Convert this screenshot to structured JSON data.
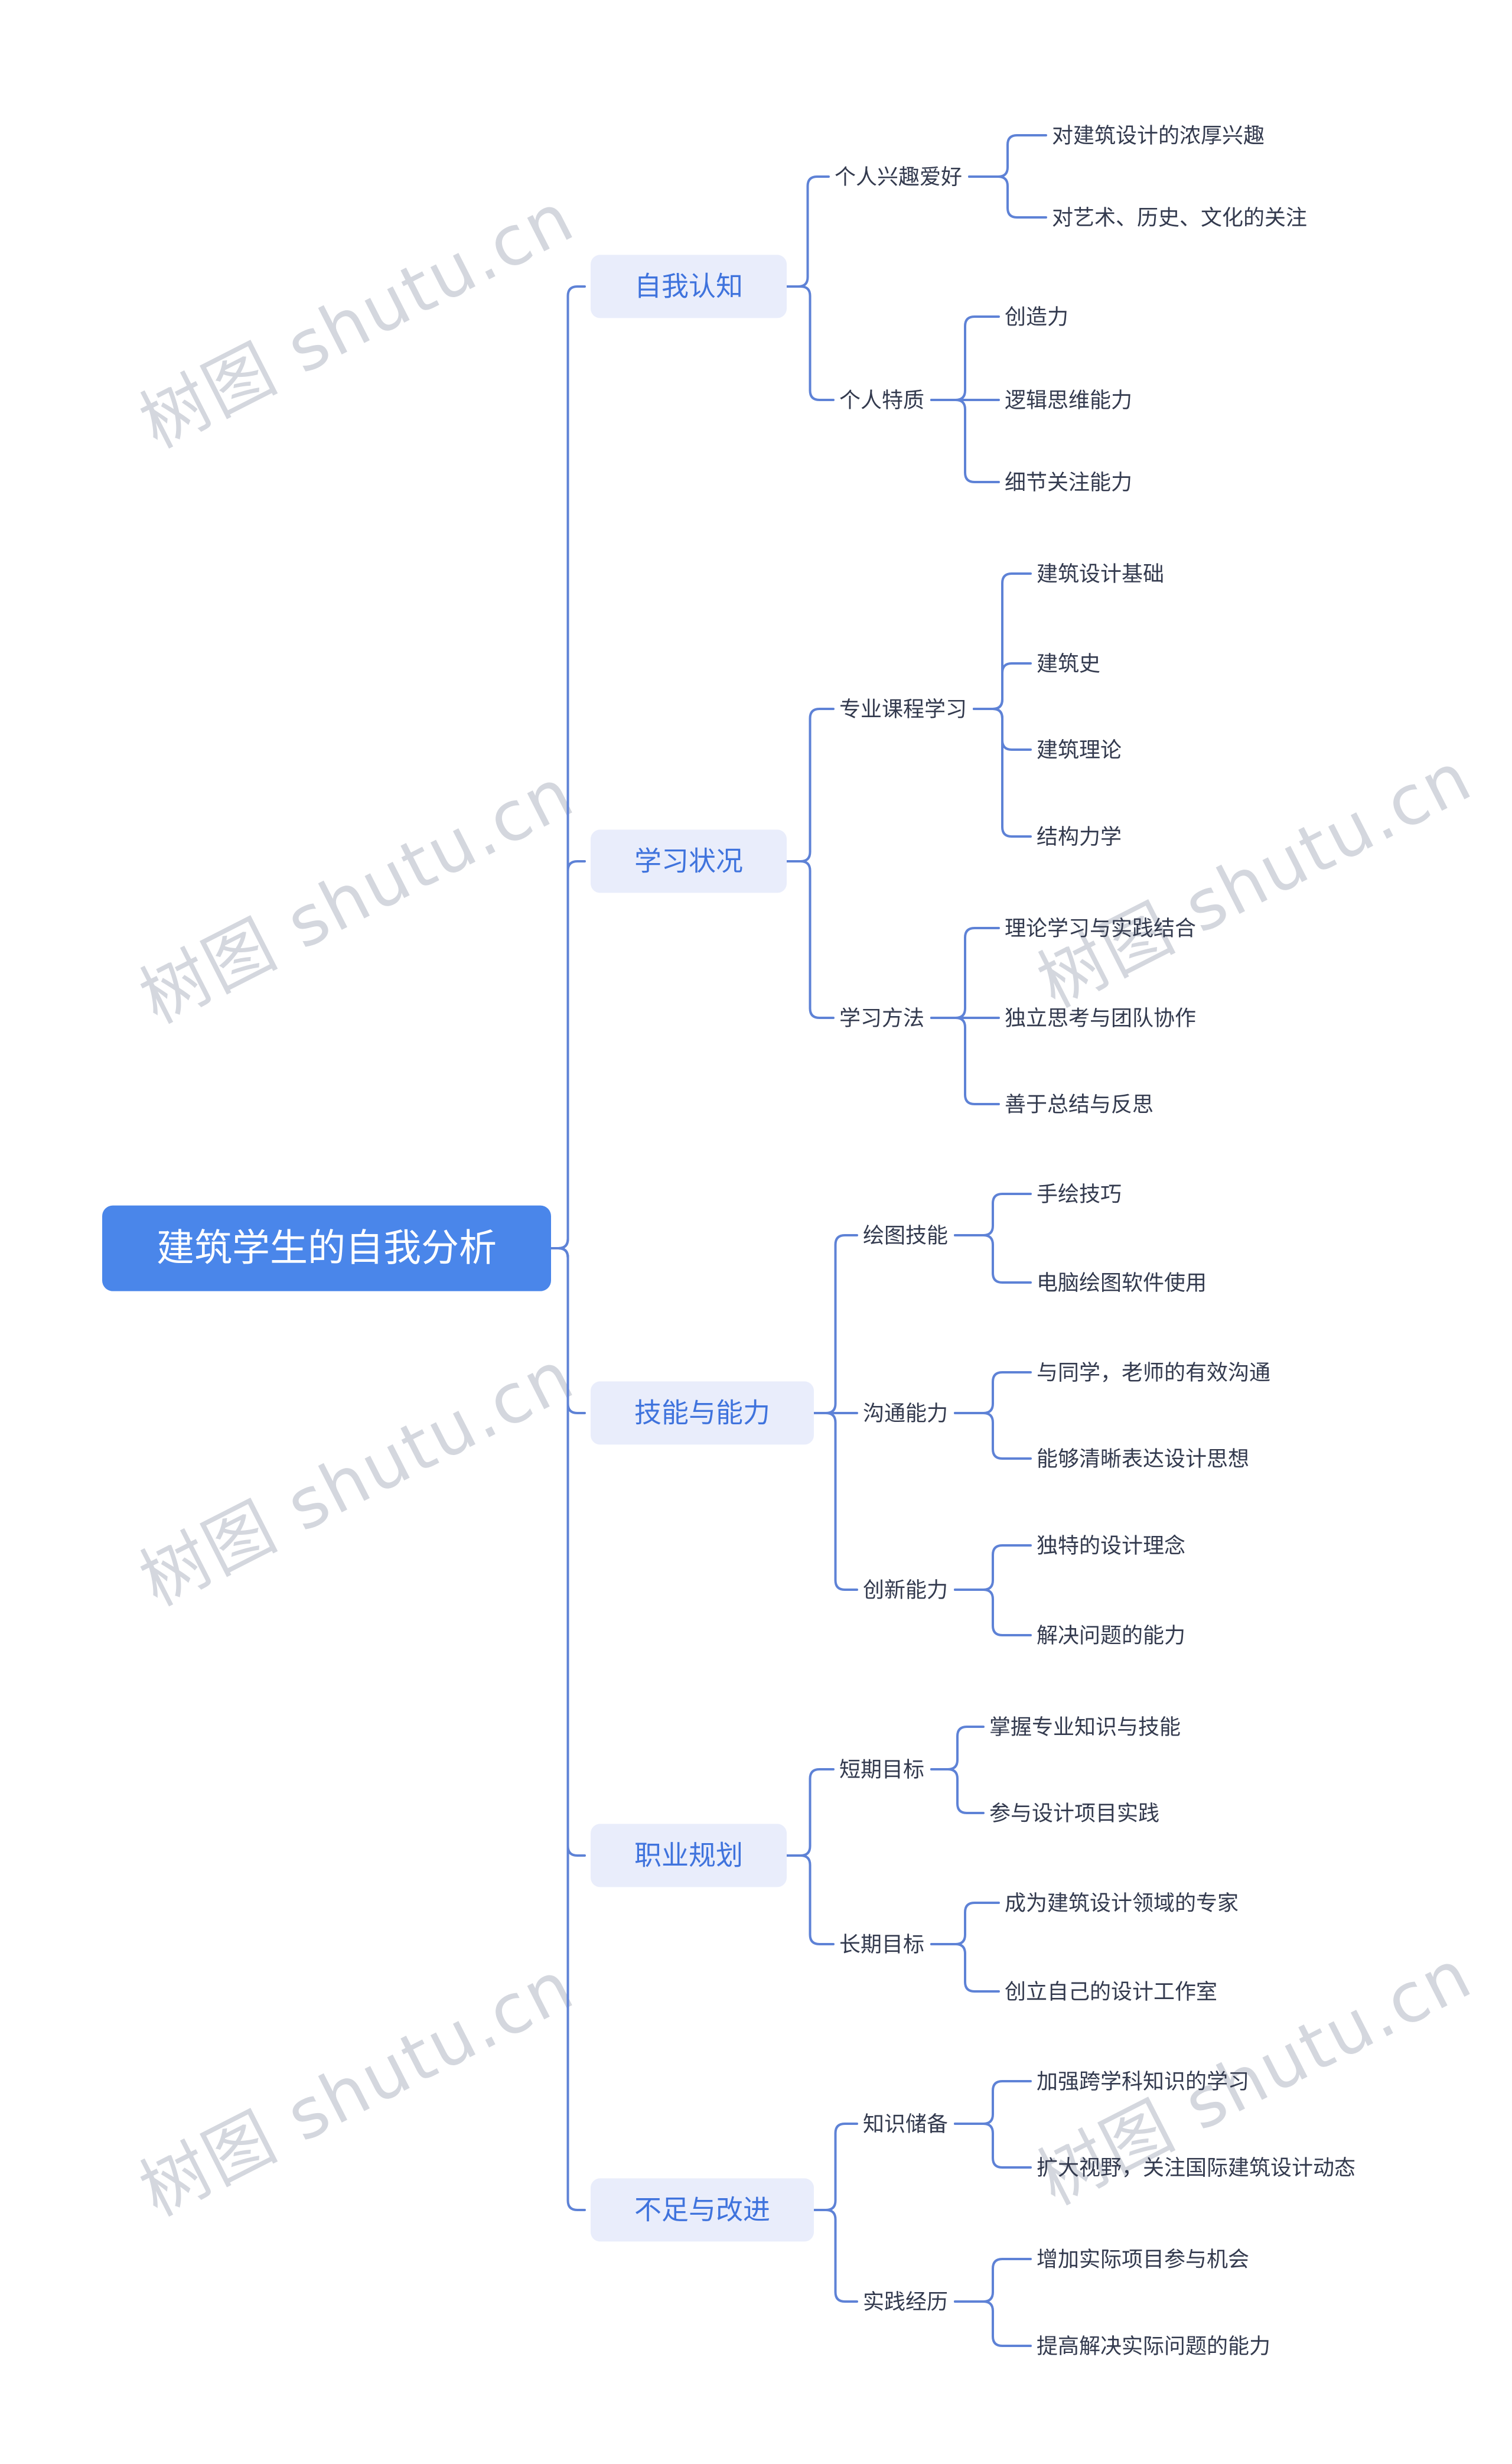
{
  "watermark": {
    "text": "树图 shutu.cn"
  },
  "colors": {
    "canvas_bg": "#ffffff",
    "root_bg": "#4a86ea",
    "root_text": "#ffffff",
    "branch_bg": "#e9edfb",
    "branch_text": "#3f73dd",
    "topic_text": "#333a4e",
    "line": "#5e82d6",
    "watermark": "#d4d7de"
  },
  "mindmap": {
    "root": {
      "label": "建筑学生的自我分析",
      "children": [
        {
          "label": "自我认知",
          "children": [
            {
              "label": "个人兴趣爱好",
              "children": [
                {
                  "label": "对建筑设计的浓厚兴趣"
                },
                {
                  "label": "对艺术、历史、文化的关注"
                }
              ]
            },
            {
              "label": "个人特质",
              "children": [
                {
                  "label": "创造力"
                },
                {
                  "label": "逻辑思维能力"
                },
                {
                  "label": "细节关注能力"
                }
              ]
            }
          ]
        },
        {
          "label": "学习状况",
          "children": [
            {
              "label": "专业课程学习",
              "children": [
                {
                  "label": "建筑设计基础"
                },
                {
                  "label": "建筑史"
                },
                {
                  "label": "建筑理论"
                },
                {
                  "label": "结构力学"
                }
              ]
            },
            {
              "label": "学习方法",
              "children": [
                {
                  "label": "理论学习与实践结合"
                },
                {
                  "label": "独立思考与团队协作"
                },
                {
                  "label": "善于总结与反思"
                }
              ]
            }
          ]
        },
        {
          "label": "技能与能力",
          "children": [
            {
              "label": "绘图技能",
              "children": [
                {
                  "label": "手绘技巧"
                },
                {
                  "label": "电脑绘图软件使用"
                }
              ]
            },
            {
              "label": "沟通能力",
              "children": [
                {
                  "label": "与同学，老师的有效沟通"
                },
                {
                  "label": "能够清晰表达设计思想"
                }
              ]
            },
            {
              "label": "创新能力",
              "children": [
                {
                  "label": "独特的设计理念"
                },
                {
                  "label": "解决问题的能力"
                }
              ]
            }
          ]
        },
        {
          "label": "职业规划",
          "children": [
            {
              "label": "短期目标",
              "children": [
                {
                  "label": "掌握专业知识与技能"
                },
                {
                  "label": "参与设计项目实践"
                }
              ]
            },
            {
              "label": "长期目标",
              "children": [
                {
                  "label": "成为建筑设计领域的专家"
                },
                {
                  "label": "创立自己的设计工作室"
                }
              ]
            }
          ]
        },
        {
          "label": "不足与改进",
          "children": [
            {
              "label": "知识储备",
              "children": [
                {
                  "label": "加强跨学科知识的学习"
                },
                {
                  "label": "扩大视野，关注国际建筑设计动态"
                }
              ]
            },
            {
              "label": "实践经历",
              "children": [
                {
                  "label": "增加实际项目参与机会"
                },
                {
                  "label": "提高解决实际问题的能力"
                }
              ]
            }
          ]
        }
      ]
    }
  }
}
